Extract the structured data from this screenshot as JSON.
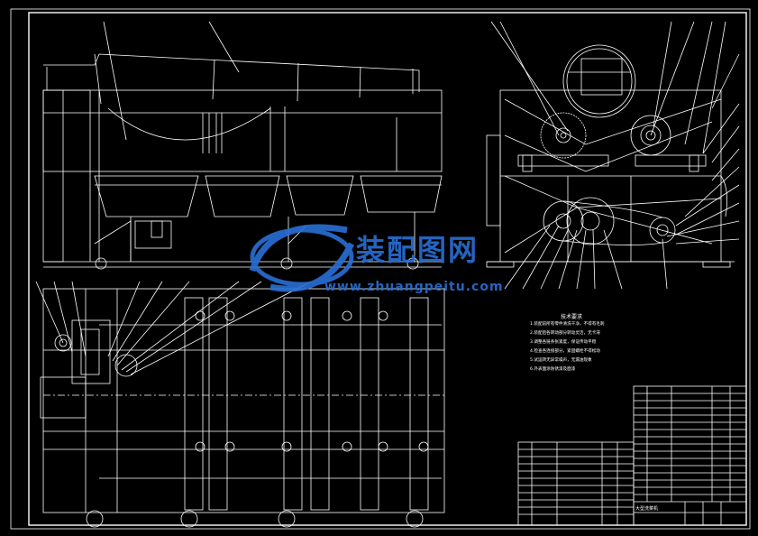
{
  "watermark": {
    "brand_cn": "装配图网",
    "url": "www.zhuangpeitu.com",
    "color": "#2a6fd6"
  },
  "colors": {
    "background": "#000000",
    "lines": "#ffffff",
    "accent": "#2a6fd6"
  },
  "technical_requirements": {
    "title": "技术要求",
    "items": [
      "1.装配前所有零件清洗干净，不得有毛刺",
      "2.装配后各转动部分转动灵活，无卡滞",
      "3.调整各链条张紧度，保证传动平稳",
      "4.检查各连接部分，紧固螺栓不得松动",
      "5.试运转无异常噪声，无漏油现象",
      "6.外表面涂防锈漆及面漆"
    ]
  },
  "title_block": {
    "drawing_name": "大型洗菜机"
  }
}
